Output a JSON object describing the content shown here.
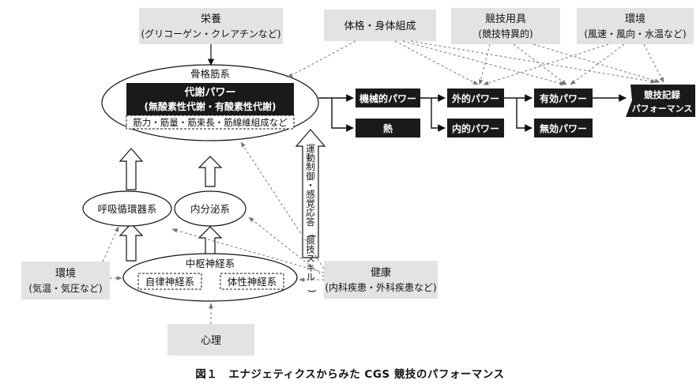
{
  "nutrition": {
    "title": "栄養",
    "detail": "(グリコーゲン・クレアチンなど)"
  },
  "physique": {
    "label": "体格・身体組成"
  },
  "equipment": {
    "title": "競技用具",
    "detail": "(競技特異的)"
  },
  "env_outdoor": {
    "title": "環境",
    "detail": "(風速・風向・水温など)"
  },
  "skeletal_muscle": {
    "title": "骨格筋系",
    "metabolic_power": "代謝パワー",
    "metabolic_detail": "(無酸素性代謝・有酸素性代謝)",
    "muscle_detail": "筋力・筋量・筋束長・筋線維組成など"
  },
  "mechanical_power": "機械的パワー",
  "heat": "熱",
  "external_power": "外的パワー",
  "internal_power": "内的パワー",
  "effective_power": "有効パワー",
  "ineffective_power": "無効パワー",
  "performance": {
    "line1": "競技記録",
    "line2": "パフォーマンス"
  },
  "motor_control": "運動制御・感覚応答(競技スキル)",
  "respiratory": "呼吸循環器系",
  "endocrine": "内分泌系",
  "cns": {
    "title": "中枢神経系",
    "autonomic": "自律神経系",
    "somatic": "体性神経系"
  },
  "env_body": {
    "title": "環境",
    "detail": "(気温・気圧など)"
  },
  "health": {
    "title": "健康",
    "detail": "(内科疾患・外科疾患など)"
  },
  "psychology": "心理",
  "caption": "図１　エナジェティクスからみた CGS 競技のパフォーマンス",
  "colors": {
    "grey_box": "#e3e3e3",
    "black_box": "#1a1a1a",
    "line": "#333333",
    "dashed": "#777777"
  }
}
